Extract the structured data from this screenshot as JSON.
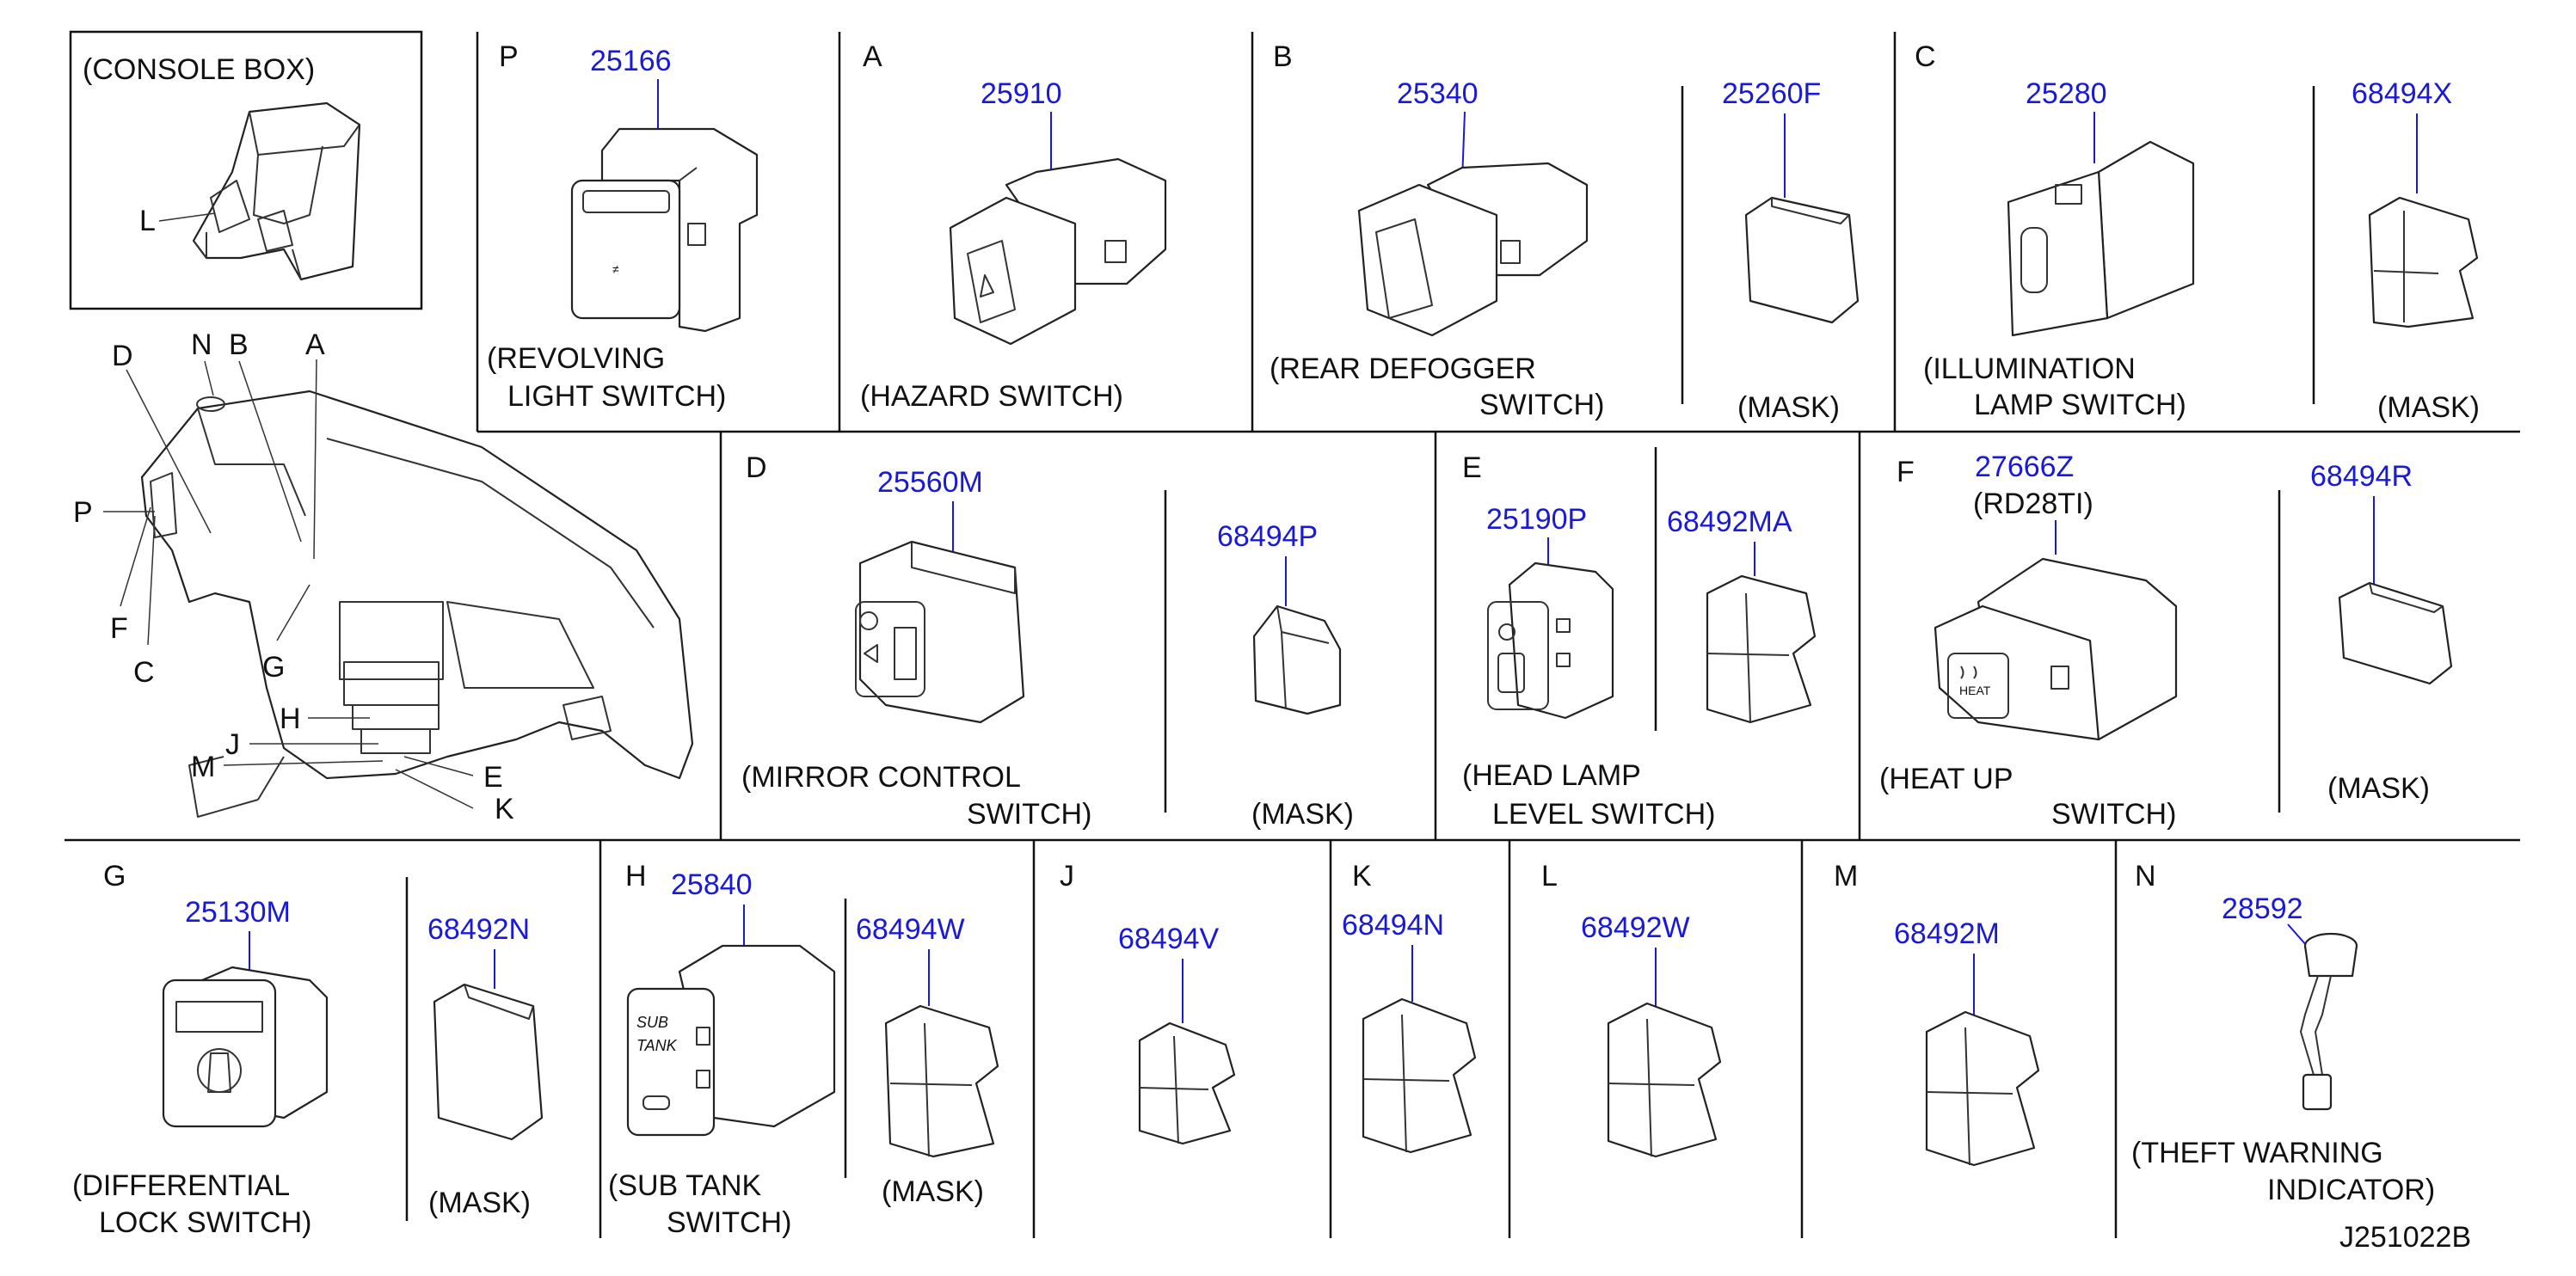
{
  "console_box": {
    "title": "(CONSOLE   BOX)",
    "callout": "L"
  },
  "dashboard": {
    "callouts": [
      "D",
      "N",
      "B",
      "A",
      "P",
      "F",
      "C",
      "G",
      "H",
      "J",
      "M",
      "E",
      "K"
    ]
  },
  "panels": {
    "P": {
      "letter": "P",
      "part": "25166",
      "caption": [
        "(REVOLVING",
        "LIGHT   SWITCH)"
      ]
    },
    "A": {
      "letter": "A",
      "part": "25910",
      "caption": [
        "(HAZARD   SWITCH)"
      ]
    },
    "B": {
      "letter": "B",
      "part": "25340",
      "caption": [
        "(REAR    DEFOGGER",
        "SWITCH)"
      ],
      "mask_part": "25260F",
      "mask_caption": "(MASK)"
    },
    "C": {
      "letter": "C",
      "part": "25280",
      "caption": [
        "(ILLUMINATION",
        "LAMP   SWITCH)"
      ],
      "mask_part": "68494X",
      "mask_caption": "(MASK)"
    },
    "D": {
      "letter": "D",
      "part": "25560M",
      "caption": [
        "(MIRROR    CONTROL",
        "SWITCH)"
      ],
      "mask_part": "68494P",
      "mask_caption": "(MASK)"
    },
    "E": {
      "letter": "E",
      "part": "25190P",
      "caption": [
        "(HEAD    LAMP",
        "LEVEL   SWITCH)"
      ],
      "mask_part": "68492MA"
    },
    "F": {
      "letter": "F",
      "part": "27666Z",
      "sub": "(RD28TI)",
      "caption": [
        "(HEAT     UP",
        "SWITCH)"
      ],
      "mask_part": "68494R",
      "mask_caption": "(MASK)"
    },
    "G": {
      "letter": "G",
      "part": "25130M",
      "caption": [
        "(DIFFERENTIAL",
        "LOCK   SWITCH)"
      ],
      "mask_part": "68492N",
      "mask_caption": "(MASK)"
    },
    "H": {
      "letter": "H",
      "part": "25840",
      "caption": [
        "(SUB    TANK",
        "SWITCH)"
      ],
      "mask_part": "68494W",
      "mask_caption": "(MASK)",
      "switch_text": [
        "SUB",
        "TANK"
      ]
    },
    "J": {
      "letter": "J",
      "part": "68494V"
    },
    "K": {
      "letter": "K",
      "part": "68494N"
    },
    "L": {
      "letter": "L",
      "part": "68492W"
    },
    "M": {
      "letter": "M",
      "part": "68492M"
    },
    "N": {
      "letter": "N",
      "part": "28592",
      "caption": [
        "(THEFT    WARNING",
        "INDICATOR)"
      ]
    }
  },
  "heat_up_switch_text": "HEAT",
  "drawing_id": "J251022B"
}
